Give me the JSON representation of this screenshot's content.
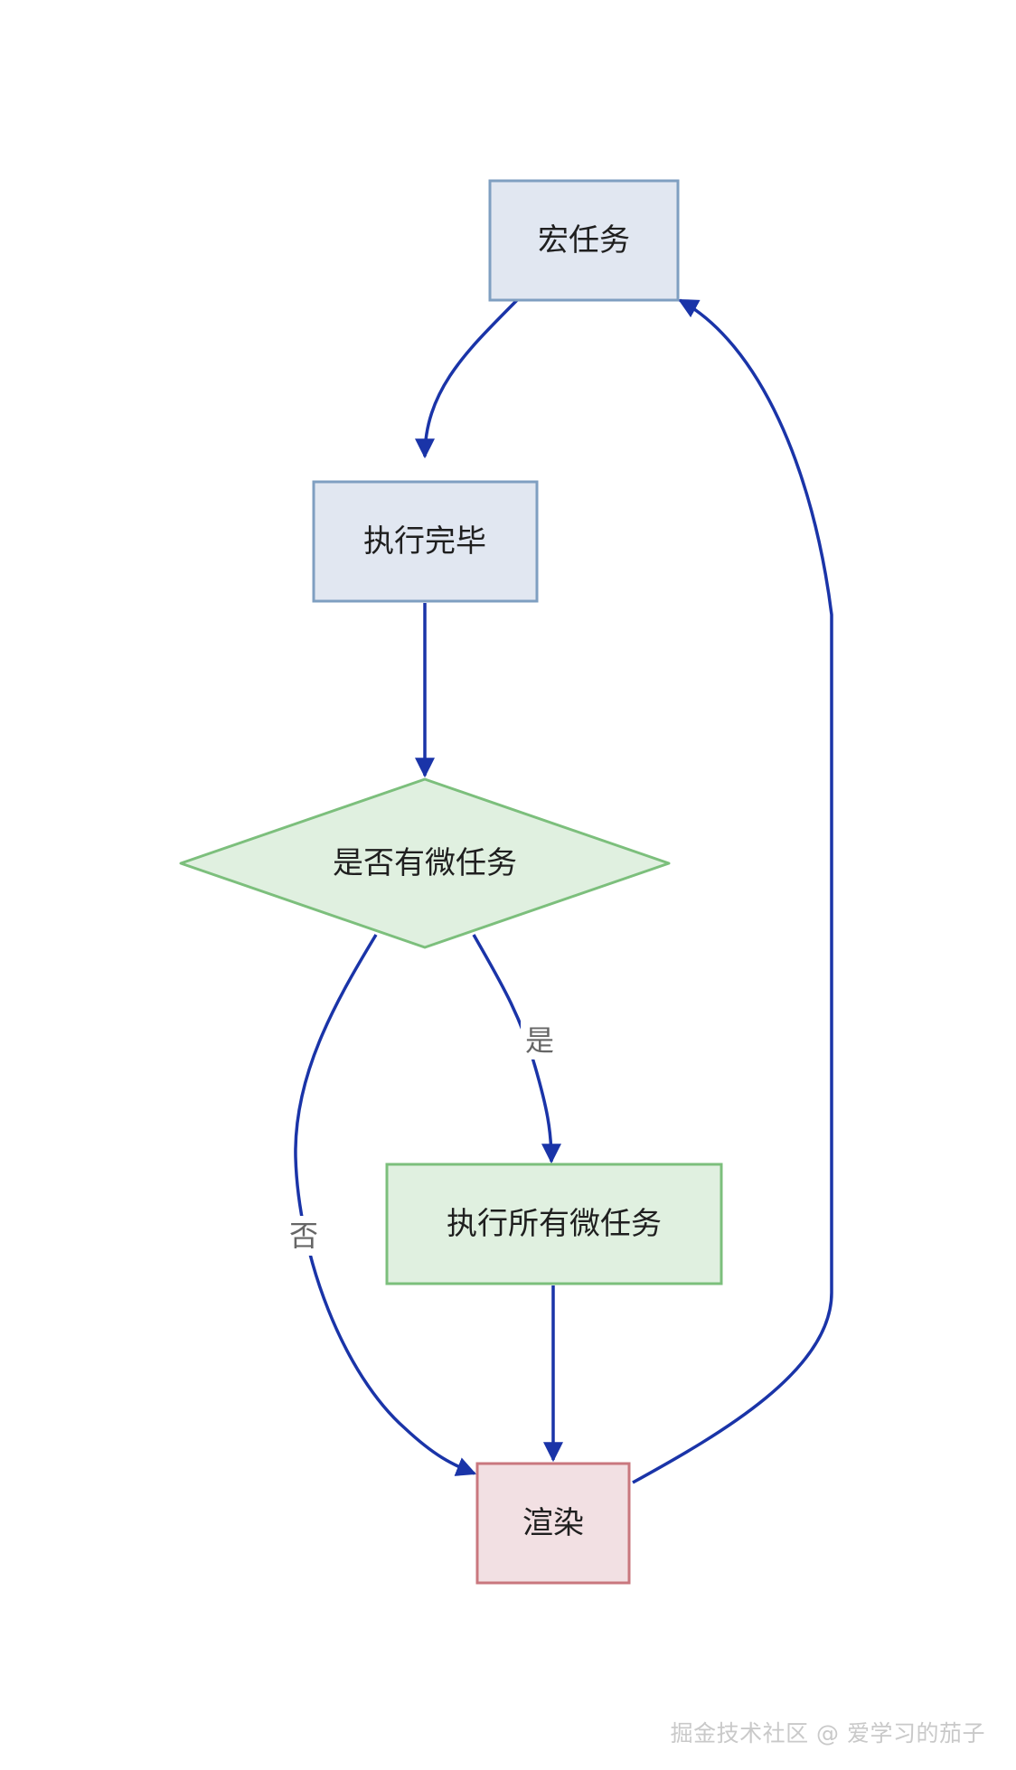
{
  "nodes": {
    "macro_task": {
      "label": "宏任务",
      "fill": "#e1e7f1",
      "stroke": "#7f9fc1"
    },
    "finished": {
      "label": "执行完毕",
      "fill": "#e1e7f1",
      "stroke": "#7f9fc1"
    },
    "has_micro": {
      "label": "是否有微任务",
      "fill": "#e0f0e0",
      "stroke": "#7cbf7c"
    },
    "run_all_micro": {
      "label": "执行所有微任务",
      "fill": "#e0f0e0",
      "stroke": "#7cbf7c"
    },
    "render": {
      "label": "渲染",
      "fill": "#f2e0e3",
      "stroke": "#c9777e"
    }
  },
  "edges": {
    "yes_label": "是",
    "no_label": "否",
    "color": "#1a34a8"
  },
  "watermark": "掘金技术社区 @ 爱学习的茄子"
}
